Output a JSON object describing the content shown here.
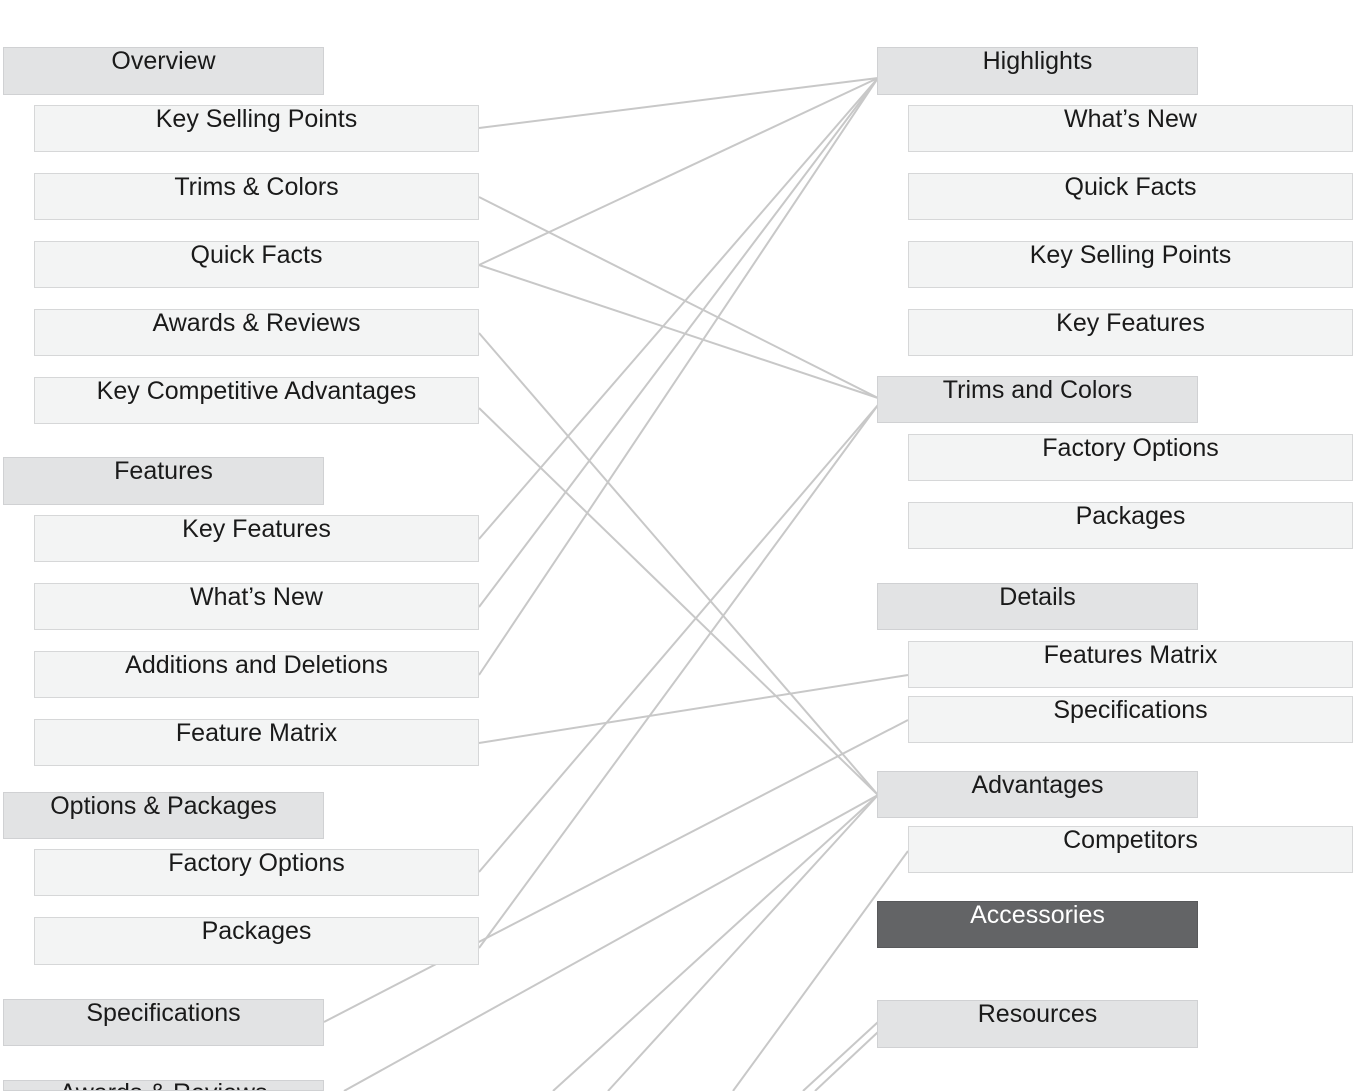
{
  "left_column": {
    "overview": {
      "label": "Overview",
      "items": [
        "Key Selling Points",
        "Trims & Colors",
        "Quick Facts",
        "Awards & Reviews",
        "Key Competitive Advantages"
      ]
    },
    "features": {
      "label": "Features",
      "items": [
        "Key Features",
        "What’s New",
        "Additions and Deletions",
        "Feature Matrix"
      ]
    },
    "options_packages": {
      "label": "Options & Packages",
      "items": [
        "Factory Options",
        "Packages"
      ]
    },
    "specifications": {
      "label": "Specifications"
    },
    "awards_reviews": {
      "label": "Awards & Reviews"
    }
  },
  "right_column": {
    "highlights": {
      "label": "Highlights",
      "items": [
        "What’s New",
        "Quick Facts",
        "Key Selling Points",
        "Key Features"
      ]
    },
    "trims_colors": {
      "label": "Trims and Colors",
      "items": [
        "Factory Options",
        "Packages"
      ]
    },
    "details": {
      "label": "Details",
      "items": [
        "Features Matrix",
        "Specifications"
      ]
    },
    "advantages": {
      "label": "Advantages",
      "items": [
        "Competitors"
      ]
    },
    "accessories": {
      "label": "Accessories",
      "highlighted": true
    },
    "resources": {
      "label": "Resources"
    }
  },
  "colors": {
    "section_fill": "#e2e3e4",
    "item_fill": "#f3f4f4",
    "active_fill": "#636466",
    "connector": "#c8c8c8"
  }
}
